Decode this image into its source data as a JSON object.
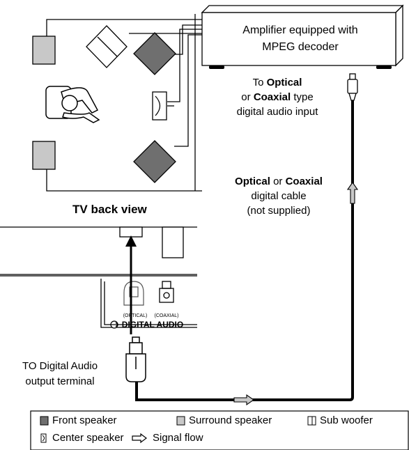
{
  "amplifier": {
    "line1": "Amplifier equipped with",
    "line2": "MPEG decoder"
  },
  "to_input": {
    "line1_prefix": "To ",
    "line1_bold": "Optical",
    "line2_prefix": "or ",
    "line2_bold": "Coaxial",
    "line2_suffix": " type",
    "line3": "digital audio input"
  },
  "cable": {
    "line1_bold_a": "Optical",
    "line1_mid": " or ",
    "line1_bold_b": "Coaxial",
    "line2": "digital cable",
    "line3": "(not supplied)"
  },
  "tv_back_view": "TV back view",
  "tv_panel": {
    "optical_label": "(OPTICAL)",
    "coaxial_label": "(COAXIAL)",
    "digital_audio_label": "DIGITAL AUDIO"
  },
  "to_output": {
    "line1": "TO Digital Audio",
    "line2": "output terminal"
  },
  "legend": {
    "front": "Front speaker",
    "surround": "Surround speaker",
    "subwoofer": "Sub woofer",
    "center": "Center speaker",
    "signal": "Signal flow"
  },
  "colors": {
    "front_speaker": "#6f6f6f",
    "surround_speaker": "#c8c8c8",
    "arrow_fill": "#c8c8c8"
  }
}
